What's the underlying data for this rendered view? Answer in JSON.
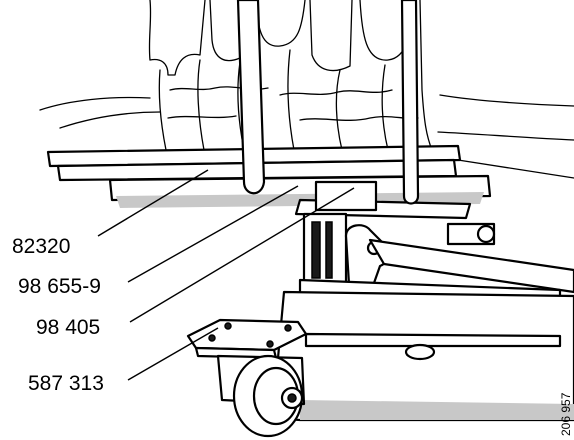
{
  "callouts": [
    {
      "id": "tray",
      "label": "82320"
    },
    {
      "id": "bracket",
      "label": "98 655-9"
    },
    {
      "id": "clamp",
      "label": "98 405"
    },
    {
      "id": "castor-plate",
      "label": "587 313"
    }
  ],
  "figure_id": "206 957",
  "colors": {
    "ink": "#000000",
    "shade": "#c8c8c8",
    "paper": "#ffffff"
  }
}
